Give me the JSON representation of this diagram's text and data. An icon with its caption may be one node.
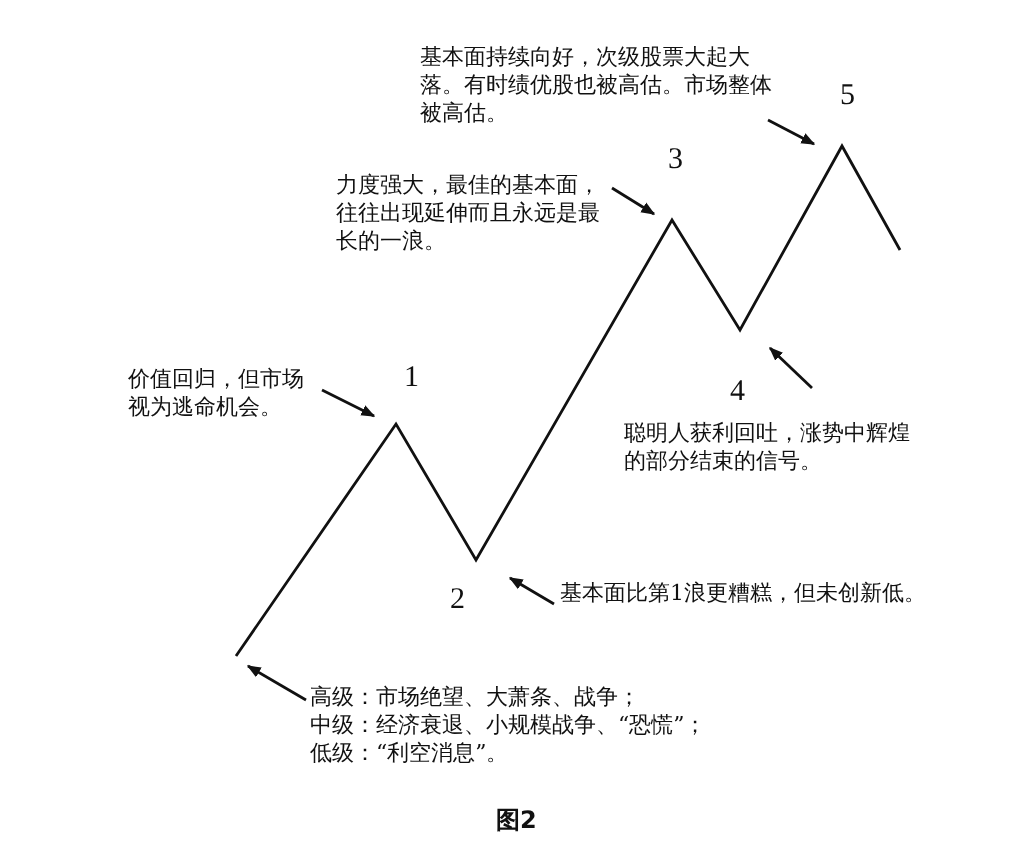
{
  "diagram": {
    "caption": "图2",
    "nodes": [
      {
        "text": [
          "基本面持续向好，次级股票大起大落。有时绩优股也被高估。市场整体被高估。"
        ]
      },
      {
        "text": [
          "力度强大，最佳的基本面，往往出现延伸而且永远是最长的一浪。"
        ]
      },
      {
        "text": [
          "价值回归，但市场视为逃命机会。"
        ]
      },
      {
        "text": [
          "聪明人获利回吐，涨势中辉煌的部分结束的信号。"
        ]
      },
      {
        "text": [
          "基本面比第1浪更糟糕，但未创新低。"
        ]
      },
      {
        "text": [
          "高级：市场绝望、大萧条、战争；",
          "中级：经济衰退、小规模战争、“恐慌”；",
          "低级：“利空消息”。"
        ]
      }
    ],
    "edges": [
      {
        "from": 0,
        "to": null,
        "arrow": "to"
      },
      {
        "from": 1,
        "to": null,
        "arrow": "to"
      },
      {
        "from": 2,
        "to": null,
        "arrow": "to"
      },
      {
        "from": 3,
        "to": null,
        "arrow": "to"
      },
      {
        "from": 4,
        "to": null,
        "arrow": "to"
      },
      {
        "from": 5,
        "to": null,
        "arrow": "to"
      }
    ],
    "labels": [
      "5",
      "3",
      "1",
      "4",
      "2"
    ]
  }
}
